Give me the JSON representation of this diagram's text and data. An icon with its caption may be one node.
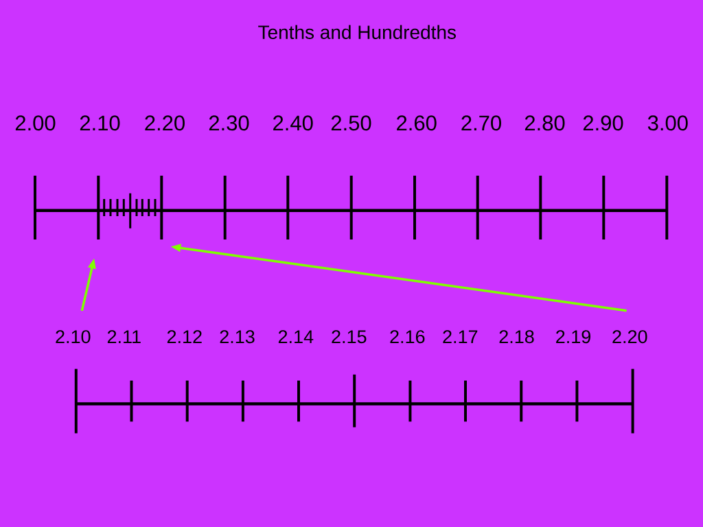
{
  "diagram": {
    "title": "Tenths and Hundredths",
    "nodes": [
      {
        "text": [],
        "shape": "bar"
      },
      {
        "text": [],
        "shape": "bar"
      },
      {
        "text": [
          "2.10"
        ]
      },
      {
        "text": [
          "2.20"
        ]
      }
    ],
    "edges": [
      {
        "from": 2,
        "to": 0,
        "arrow": "to"
      },
      {
        "from": 3,
        "to": 1,
        "arrow": "to"
      }
    ],
    "labels": [
      "2.00",
      "2.10",
      "2.20",
      "2.30",
      "2.40",
      "2.50",
      "2.60",
      "2.70",
      "2.80",
      "2.90",
      "3.00",
      "2.11",
      "2.12",
      "2.13",
      "2.14",
      "2.15",
      "2.16",
      "2.17",
      "2.18",
      "2.19"
    ]
  }
}
